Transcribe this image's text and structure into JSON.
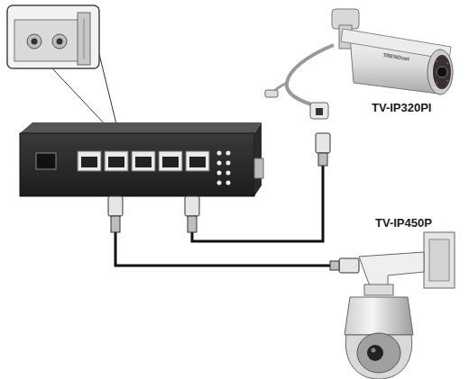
{
  "diagram": {
    "labels": [
      "TV-IP320PI",
      "TV-IP450P",
      "TRENDnet"
    ]
  }
}
